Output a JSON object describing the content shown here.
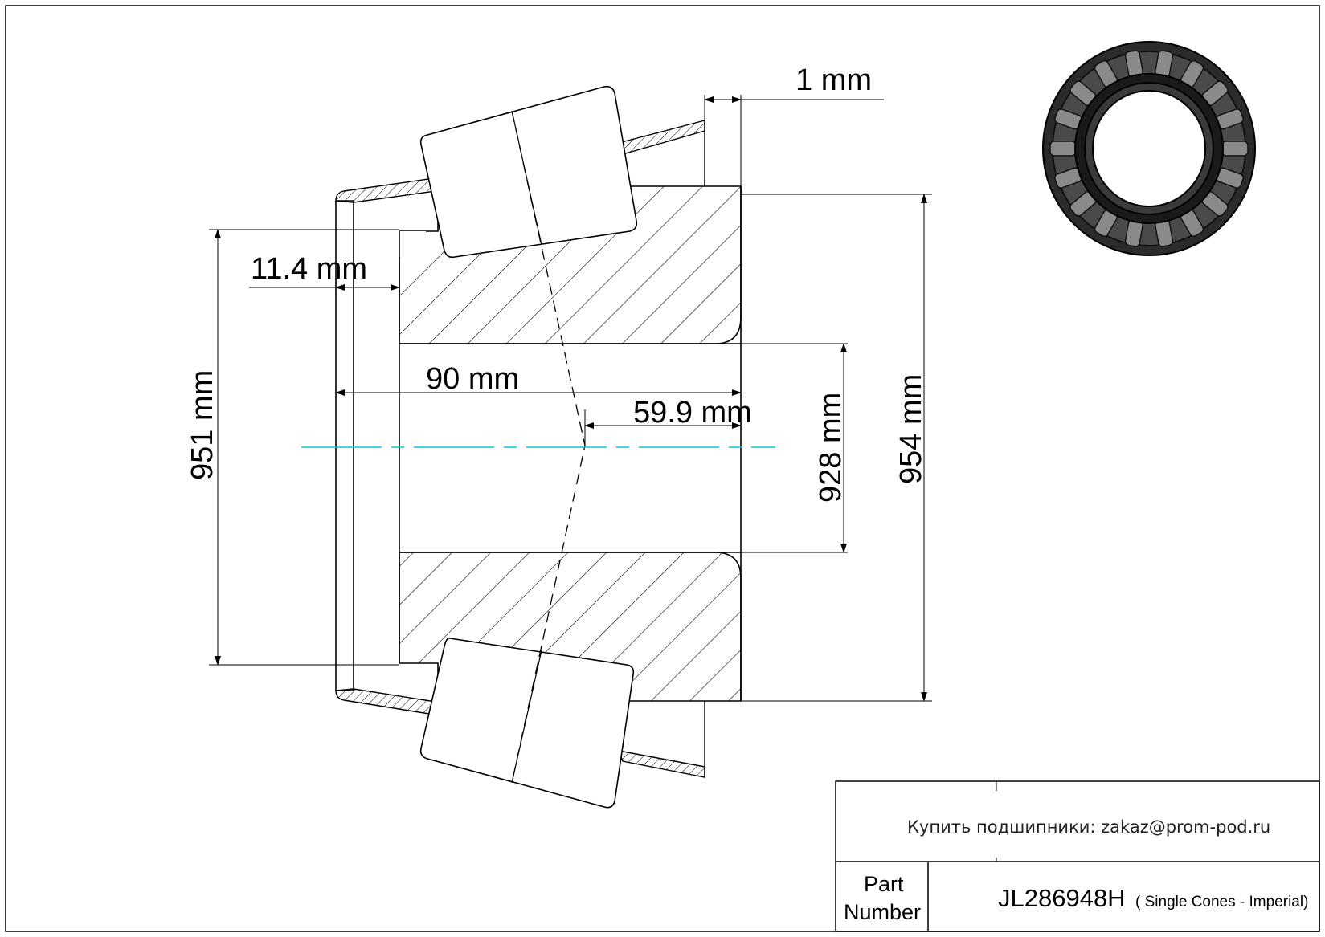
{
  "dimensions": {
    "width_bore_chamfer": "1 mm",
    "cage_offset": "11.4 mm",
    "total_width": "90 mm",
    "cone_width": "59.9 mm",
    "outer_left": "951 mm",
    "bore_diameter": "928 mm",
    "outer_right": "954 mm"
  },
  "title_block": {
    "buy_text": "Купить подшипники: zakaz@prom-pod.ru",
    "part_label_line1": "Part",
    "part_label_line2": "Number",
    "part_number": "JL286948H",
    "part_description": "( Single Cones - Imperial)"
  },
  "colors": {
    "line": "#000000",
    "centerline": "#00cccc",
    "hatch": "#000000"
  }
}
